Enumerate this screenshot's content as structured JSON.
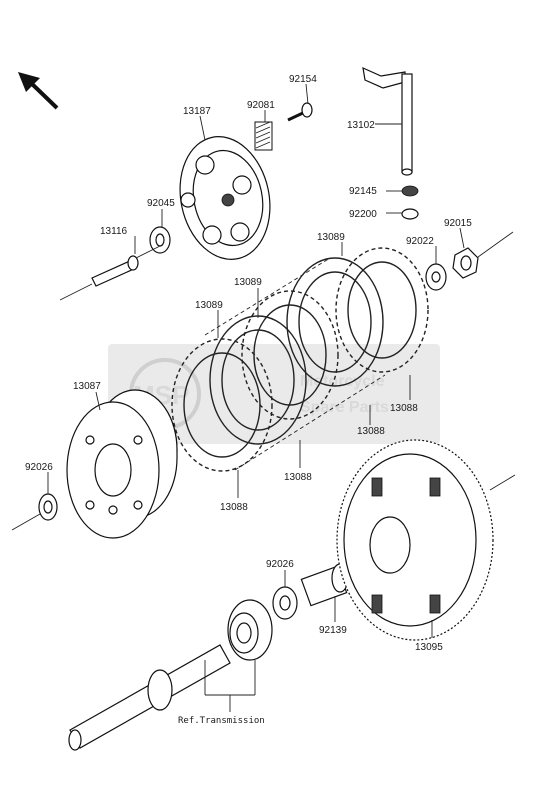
{
  "labels": {
    "p92154": "92154",
    "p92081": "92081",
    "p13187": "13187",
    "p13102": "13102",
    "p92145": "92145",
    "p92200": "92200",
    "p92045": "92045",
    "p13116": "13116",
    "p13089a": "13089",
    "p13089b": "13089",
    "p13089c": "13089",
    "p92022": "92022",
    "p92015": "92015",
    "p13087": "13087",
    "p13088a": "13088",
    "p13088b": "13088",
    "p13088c": "13088",
    "p13088d": "13088",
    "p92026a": "92026",
    "p92026b": "92026",
    "p92139": "92139",
    "p13095": "13095",
    "ref_transmission": "Ref.Transmission"
  },
  "watermark": {
    "logo_text": "MSP",
    "line1": "Motorcycle",
    "line2": "Spare Parts"
  },
  "colors": {
    "watermark_box": "#e6e6e6",
    "watermark_logo": "#e8c9b8",
    "ink": "#111111"
  }
}
